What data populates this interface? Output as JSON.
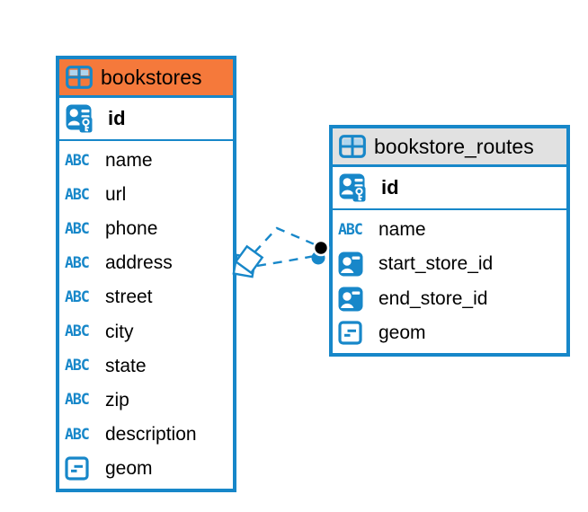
{
  "tables": [
    {
      "name": "bookstores",
      "header_color": "#F5793B",
      "columns": [
        {
          "name": "id",
          "kind": "primary-key"
        },
        {
          "name": "name",
          "kind": "text"
        },
        {
          "name": "url",
          "kind": "text"
        },
        {
          "name": "phone",
          "kind": "text"
        },
        {
          "name": "address",
          "kind": "text"
        },
        {
          "name": "street",
          "kind": "text"
        },
        {
          "name": "city",
          "kind": "text"
        },
        {
          "name": "state",
          "kind": "text"
        },
        {
          "name": "zip",
          "kind": "text"
        },
        {
          "name": "description",
          "kind": "text"
        },
        {
          "name": "geom",
          "kind": "geometry"
        }
      ]
    },
    {
      "name": "bookstore_routes",
      "header_color": "#E1E1E1",
      "columns": [
        {
          "name": "id",
          "kind": "primary-key"
        },
        {
          "name": "name",
          "kind": "text"
        },
        {
          "name": "start_store_id",
          "kind": "reference"
        },
        {
          "name": "end_store_id",
          "kind": "reference"
        },
        {
          "name": "geom",
          "kind": "geometry"
        }
      ]
    }
  ],
  "relationships": [
    {
      "style": "dashed",
      "color": "#1787C9",
      "source_marker": "diamond",
      "target_marker": "dot"
    },
    {
      "style": "dashed",
      "color": "#1787C9",
      "source_marker": "diamond",
      "target_marker": "dot"
    }
  ],
  "colors": {
    "accent_blue": "#1787C9",
    "bookstores_header": "#F5793B",
    "routes_header": "#E1E1E1",
    "icon_cell_blue": "#AFD5EE",
    "selected_endpoint": "#000000"
  }
}
